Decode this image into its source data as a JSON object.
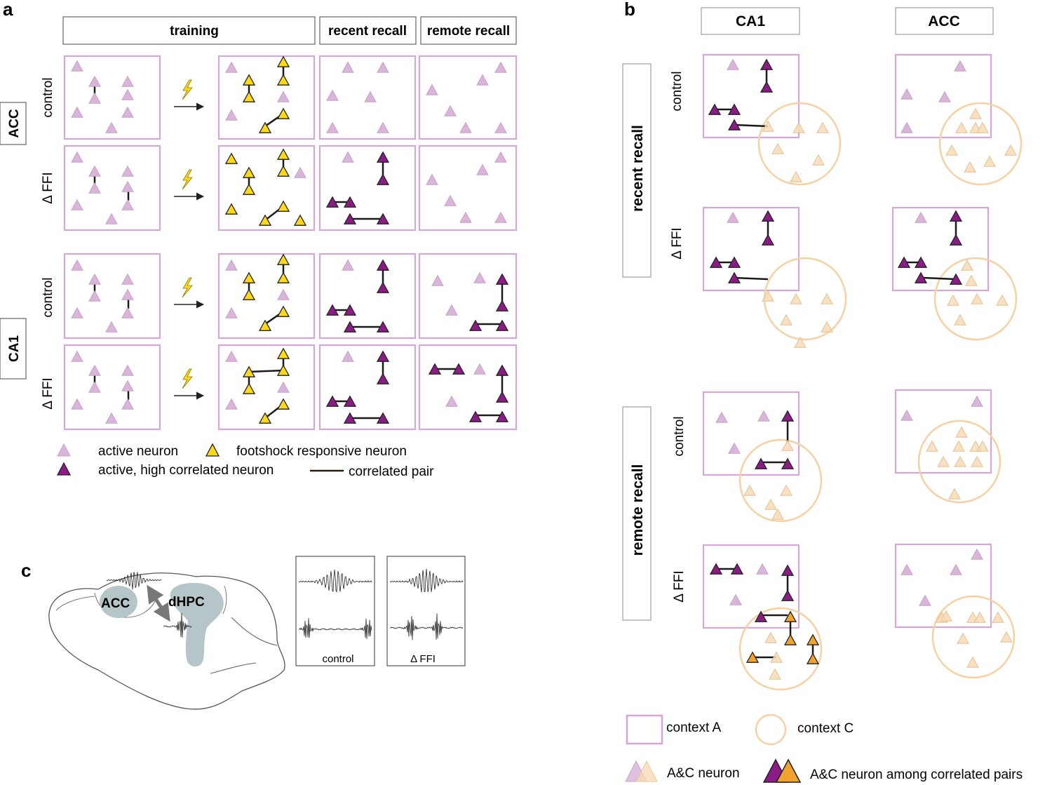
{
  "panel_a": {
    "letter": "a",
    "phases": {
      "training": "training",
      "recent": "recent recall",
      "remote": "remote recall"
    },
    "groups": [
      "ACC",
      "CA1"
    ],
    "conditions": [
      "control",
      "Δ FFI"
    ],
    "legend": {
      "active": "active neuron",
      "high_corr": "active, high correlated neuron",
      "footshock": "footshock responsive neuron",
      "pair": "correlated pair"
    }
  },
  "panel_b": {
    "letter": "b",
    "columns": [
      "CA1",
      "ACC"
    ],
    "rows": [
      "recent recall",
      "remote recall"
    ],
    "conditions": [
      "control",
      "Δ FFI"
    ],
    "legend": {
      "context_a": "context A",
      "context_c": "context C",
      "ac_neuron": "A&C neuron",
      "ac_corr": "A&C neuron among correlated pairs"
    }
  },
  "panel_c": {
    "letter": "c",
    "acc_label": "ACC",
    "dhpc_label": "dHPC",
    "traces": [
      "control",
      "Δ FFI"
    ]
  },
  "colors": {
    "context_a": "#d6a6d6",
    "context_c": "#f5d1a3",
    "active": "#d9b6d9",
    "high_corr": "#8c1c85",
    "footshock": "#ffd91a",
    "overlap": "#f7dbb6",
    "overlap_corr": "#f2a22e",
    "brain_region": "#b6c6c8"
  }
}
